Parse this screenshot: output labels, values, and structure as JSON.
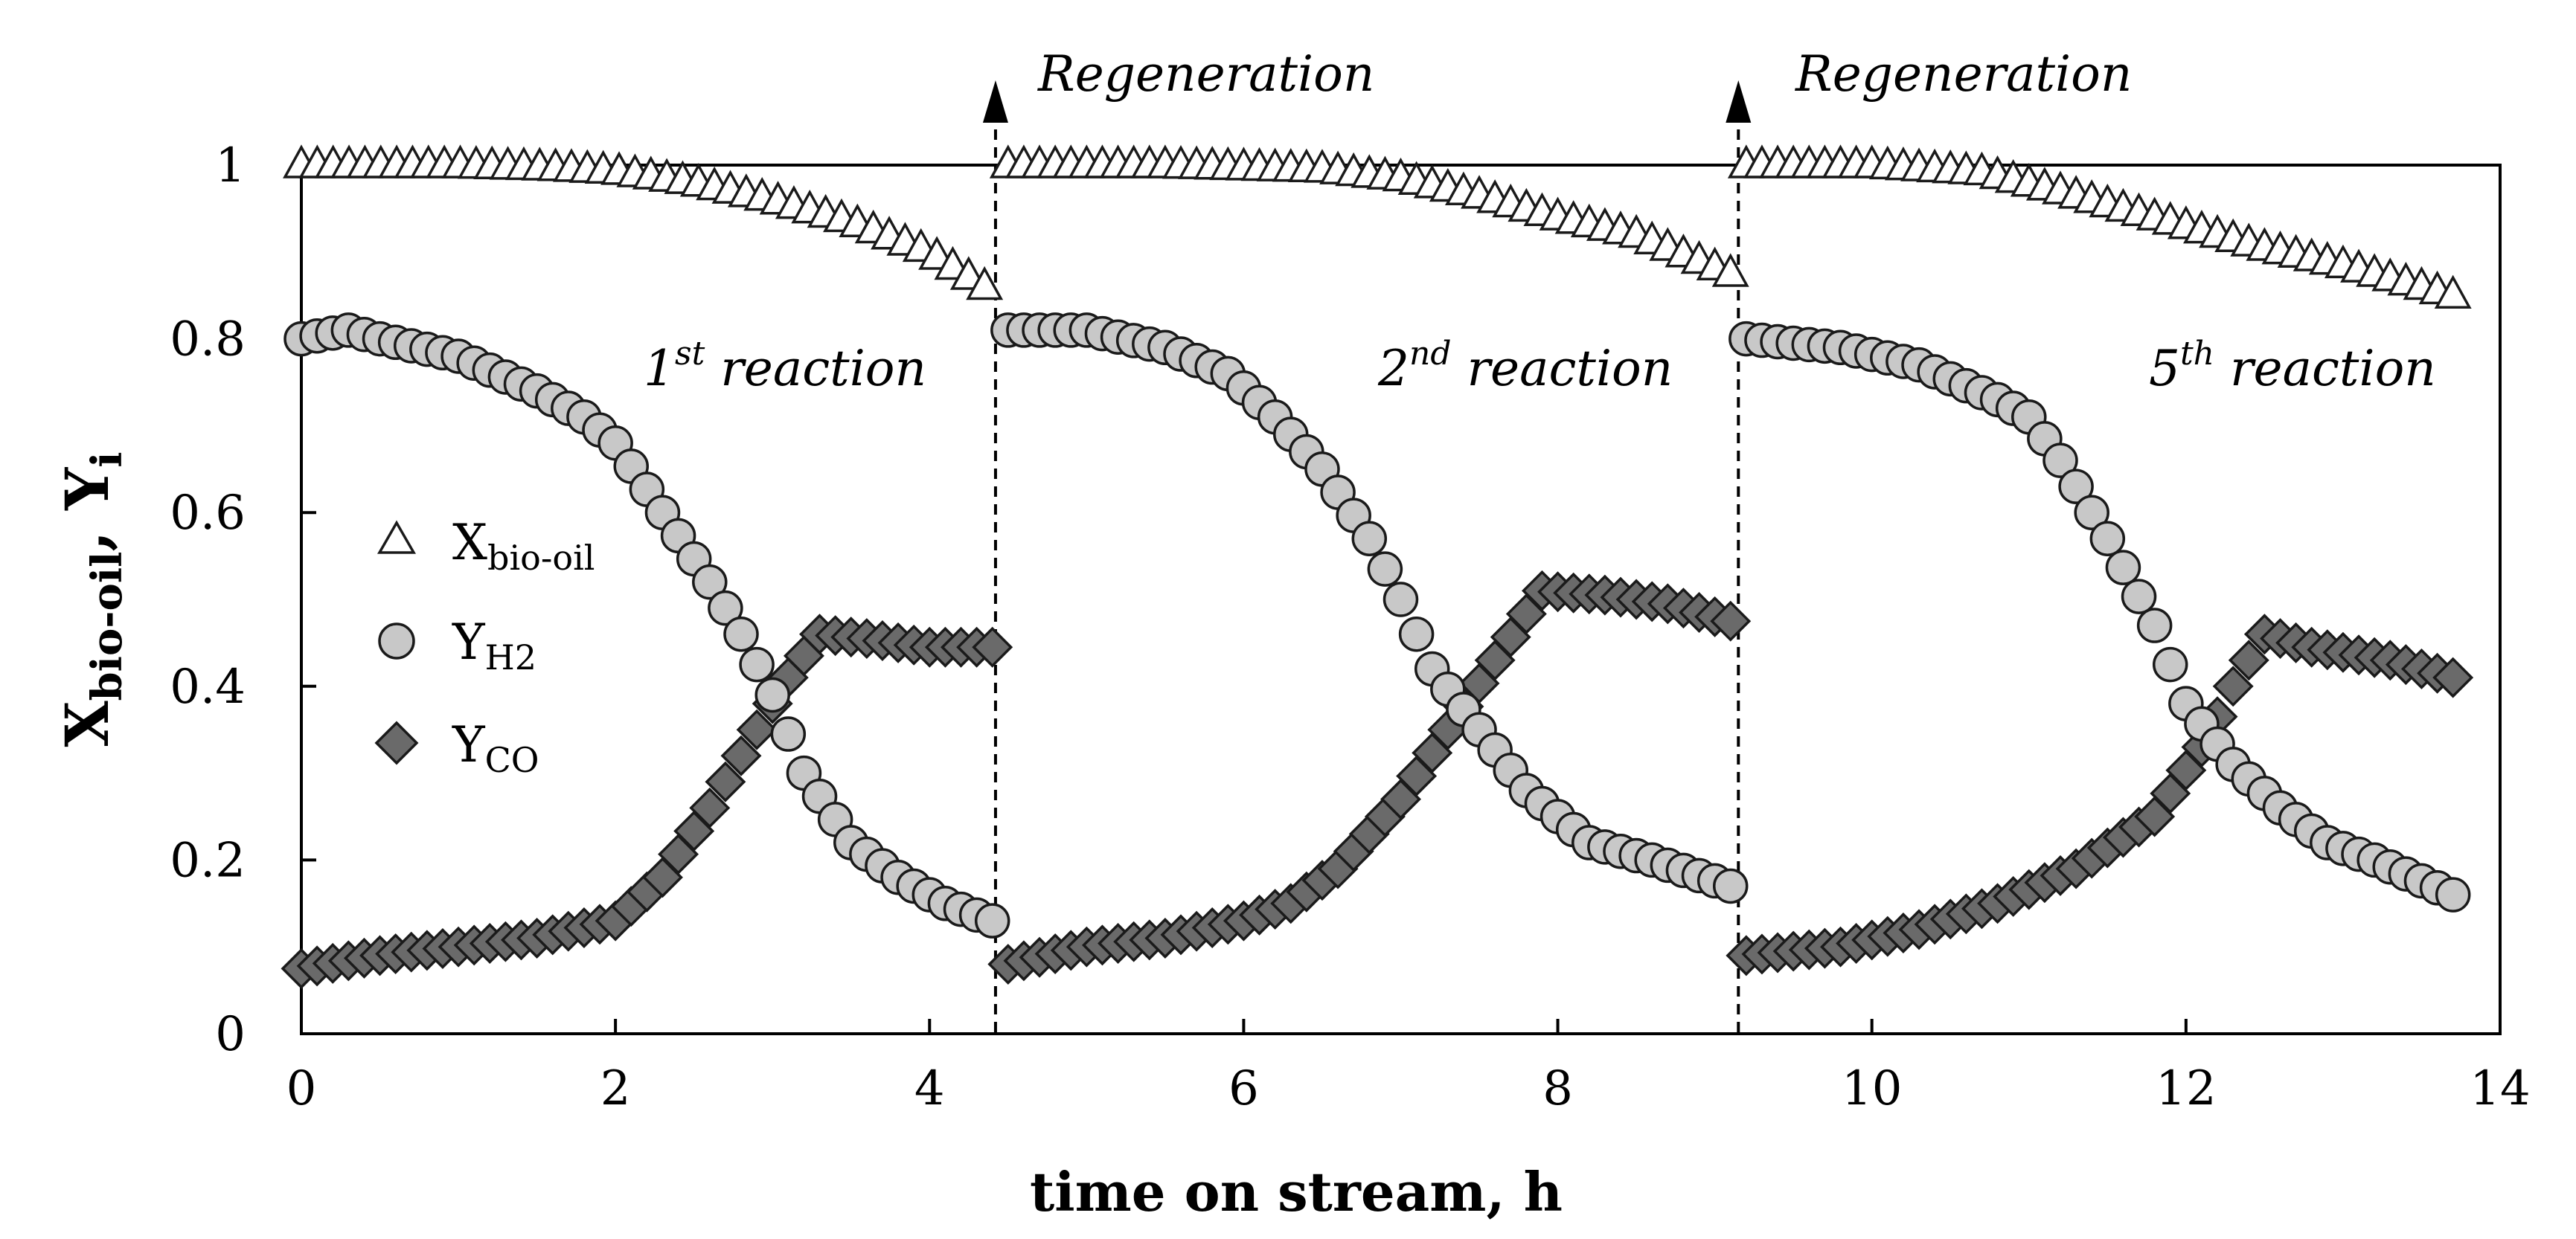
{
  "chart_data": {
    "type": "scatter",
    "xlabel": "time on stream, h",
    "ylabel_main": "X",
    "ylabel_main_sub": "bio-oil",
    "ylabel_sep": ", ",
    "ylabel_second": "Y",
    "ylabel_second_sub": "i",
    "xlim": [
      0,
      14
    ],
    "ylim": [
      0,
      1
    ],
    "xticks": [
      "0",
      "2",
      "4",
      "6",
      "8",
      "10",
      "12",
      "14"
    ],
    "yticks": [
      "0",
      "0.2",
      "0.4",
      "0.6",
      "0.8",
      "1"
    ],
    "grid": false,
    "legend_position": "center-left",
    "annotations": {
      "regen1": "Regeneration",
      "regen2": "Regeneration",
      "r1_num": "1",
      "r1_sup": "st",
      "r1_text": " reaction",
      "r2_num": "2",
      "r2_sup": "nd",
      "r2_text": " reaction",
      "r5_num": "5",
      "r5_sup": "th",
      "r5_text": " reaction"
    },
    "regeneration_times": [
      4.42,
      9.15
    ],
    "legend": [
      {
        "main": "X",
        "sub": "bio-oil",
        "marker": "triangle-open"
      },
      {
        "main": "Y",
        "sub": "H2",
        "marker": "circle-light"
      },
      {
        "main": "Y",
        "sub": "CO",
        "marker": "diamond-dark"
      }
    ],
    "colors": {
      "triangle_fill": "#ffffff",
      "circle_fill": "#c8c8c8",
      "diamond_fill": "#6a6a6a",
      "stroke": "#1a1a1a"
    },
    "series": [
      {
        "id": "x_biooil",
        "label": "X bio-oil",
        "marker": "triangle",
        "segments": [
          {
            "x_start": 0.0,
            "x_end": 4.35,
            "points": [
              [
                0.0,
                1.0
              ],
              [
                1.0,
                1.0
              ],
              [
                1.6,
                0.997
              ],
              [
                2.0,
                0.993
              ],
              [
                2.5,
                0.98
              ],
              [
                3.0,
                0.96
              ],
              [
                3.5,
                0.935
              ],
              [
                4.0,
                0.9
              ],
              [
                4.35,
                0.86
              ]
            ]
          },
          {
            "x_start": 4.5,
            "x_end": 9.1,
            "points": [
              [
                4.5,
                1.0
              ],
              [
                5.5,
                1.0
              ],
              [
                6.5,
                0.995
              ],
              [
                7.0,
                0.985
              ],
              [
                7.5,
                0.965
              ],
              [
                8.0,
                0.94
              ],
              [
                8.5,
                0.92
              ],
              [
                9.1,
                0.875
              ]
            ]
          },
          {
            "x_start": 9.2,
            "x_end": 13.7,
            "points": [
              [
                9.2,
                1.0
              ],
              [
                10.0,
                1.0
              ],
              [
                10.7,
                0.992
              ],
              [
                11.2,
                0.97
              ],
              [
                11.8,
                0.94
              ],
              [
                12.5,
                0.905
              ],
              [
                13.0,
                0.885
              ],
              [
                13.7,
                0.85
              ]
            ]
          }
        ]
      },
      {
        "id": "y_h2",
        "label": "Y H2",
        "marker": "circle",
        "segments": [
          {
            "x_start": 0.0,
            "x_end": 4.4,
            "points": [
              [
                0.0,
                0.8
              ],
              [
                0.3,
                0.81
              ],
              [
                0.5,
                0.8
              ],
              [
                1.0,
                0.78
              ],
              [
                1.5,
                0.74
              ],
              [
                1.8,
                0.71
              ],
              [
                2.0,
                0.68
              ],
              [
                2.3,
                0.6
              ],
              [
                2.6,
                0.52
              ],
              [
                2.8,
                0.46
              ],
              [
                3.0,
                0.39
              ],
              [
                3.2,
                0.3
              ],
              [
                3.5,
                0.22
              ],
              [
                3.8,
                0.18
              ],
              [
                4.1,
                0.15
              ],
              [
                4.4,
                0.13
              ]
            ]
          },
          {
            "x_start": 4.5,
            "x_end": 9.1,
            "points": [
              [
                4.5,
                0.81
              ],
              [
                5.0,
                0.81
              ],
              [
                5.5,
                0.79
              ],
              [
                5.9,
                0.76
              ],
              [
                6.2,
                0.71
              ],
              [
                6.5,
                0.65
              ],
              [
                6.8,
                0.57
              ],
              [
                7.0,
                0.5
              ],
              [
                7.2,
                0.42
              ],
              [
                7.5,
                0.35
              ],
              [
                7.8,
                0.28
              ],
              [
                8.2,
                0.22
              ],
              [
                8.6,
                0.2
              ],
              [
                9.1,
                0.17
              ]
            ]
          },
          {
            "x_start": 9.2,
            "x_end": 13.7,
            "points": [
              [
                9.2,
                0.8
              ],
              [
                9.8,
                0.79
              ],
              [
                10.3,
                0.77
              ],
              [
                10.8,
                0.73
              ],
              [
                11.0,
                0.71
              ],
              [
                11.2,
                0.66
              ],
              [
                11.5,
                0.57
              ],
              [
                11.8,
                0.47
              ],
              [
                12.0,
                0.38
              ],
              [
                12.3,
                0.31
              ],
              [
                12.6,
                0.26
              ],
              [
                12.9,
                0.22
              ],
              [
                13.2,
                0.2
              ],
              [
                13.7,
                0.16
              ]
            ]
          }
        ]
      },
      {
        "id": "y_co",
        "label": "Y CO",
        "marker": "diamond",
        "segments": [
          {
            "x_start": 0.0,
            "x_end": 4.4,
            "points": [
              [
                0.0,
                0.075
              ],
              [
                0.5,
                0.09
              ],
              [
                1.0,
                0.1
              ],
              [
                1.5,
                0.11
              ],
              [
                2.0,
                0.13
              ],
              [
                2.3,
                0.18
              ],
              [
                2.6,
                0.26
              ],
              [
                2.9,
                0.35
              ],
              [
                3.1,
                0.41
              ],
              [
                3.3,
                0.46
              ],
              [
                3.6,
                0.455
              ],
              [
                4.0,
                0.445
              ],
              [
                4.4,
                0.445
              ]
            ]
          },
          {
            "x_start": 4.5,
            "x_end": 9.1,
            "points": [
              [
                4.5,
                0.08
              ],
              [
                5.0,
                0.1
              ],
              [
                5.5,
                0.11
              ],
              [
                6.0,
                0.13
              ],
              [
                6.3,
                0.15
              ],
              [
                6.6,
                0.19
              ],
              [
                7.0,
                0.27
              ],
              [
                7.3,
                0.35
              ],
              [
                7.6,
                0.43
              ],
              [
                7.9,
                0.51
              ],
              [
                8.3,
                0.505
              ],
              [
                8.7,
                0.495
              ],
              [
                9.1,
                0.475
              ]
            ]
          },
          {
            "x_start": 9.2,
            "x_end": 13.7,
            "points": [
              [
                9.2,
                0.09
              ],
              [
                9.8,
                0.1
              ],
              [
                10.3,
                0.12
              ],
              [
                10.8,
                0.15
              ],
              [
                11.3,
                0.19
              ],
              [
                11.8,
                0.25
              ],
              [
                12.1,
                0.33
              ],
              [
                12.3,
                0.4
              ],
              [
                12.5,
                0.46
              ],
              [
                12.8,
                0.445
              ],
              [
                13.3,
                0.43
              ],
              [
                13.7,
                0.41
              ]
            ]
          }
        ]
      }
    ]
  }
}
